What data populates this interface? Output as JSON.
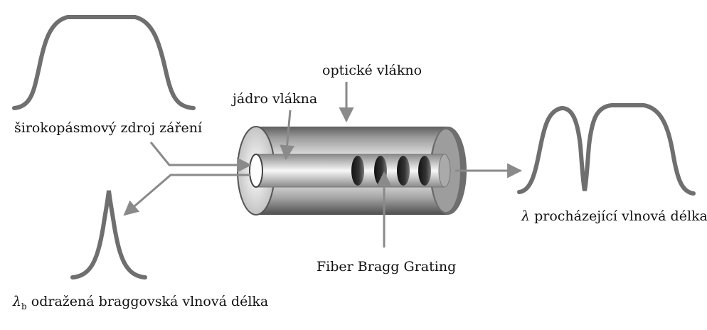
{
  "labels": {
    "source": "širokopásmový zdroj záření",
    "fiber": "optické vlákno",
    "core": "jádro vlákna",
    "grating": "Fiber Bragg Grating",
    "transmitted_symbol": "λ",
    "transmitted": "procházející vlnová délka",
    "reflected_symbol": "λ",
    "reflected_subscript": "b",
    "reflected": "odražená braggovská vlnová délka"
  },
  "colors": {
    "curve": "#6f6f6f",
    "arrow": "#8a8a8a",
    "text": "#111111"
  }
}
